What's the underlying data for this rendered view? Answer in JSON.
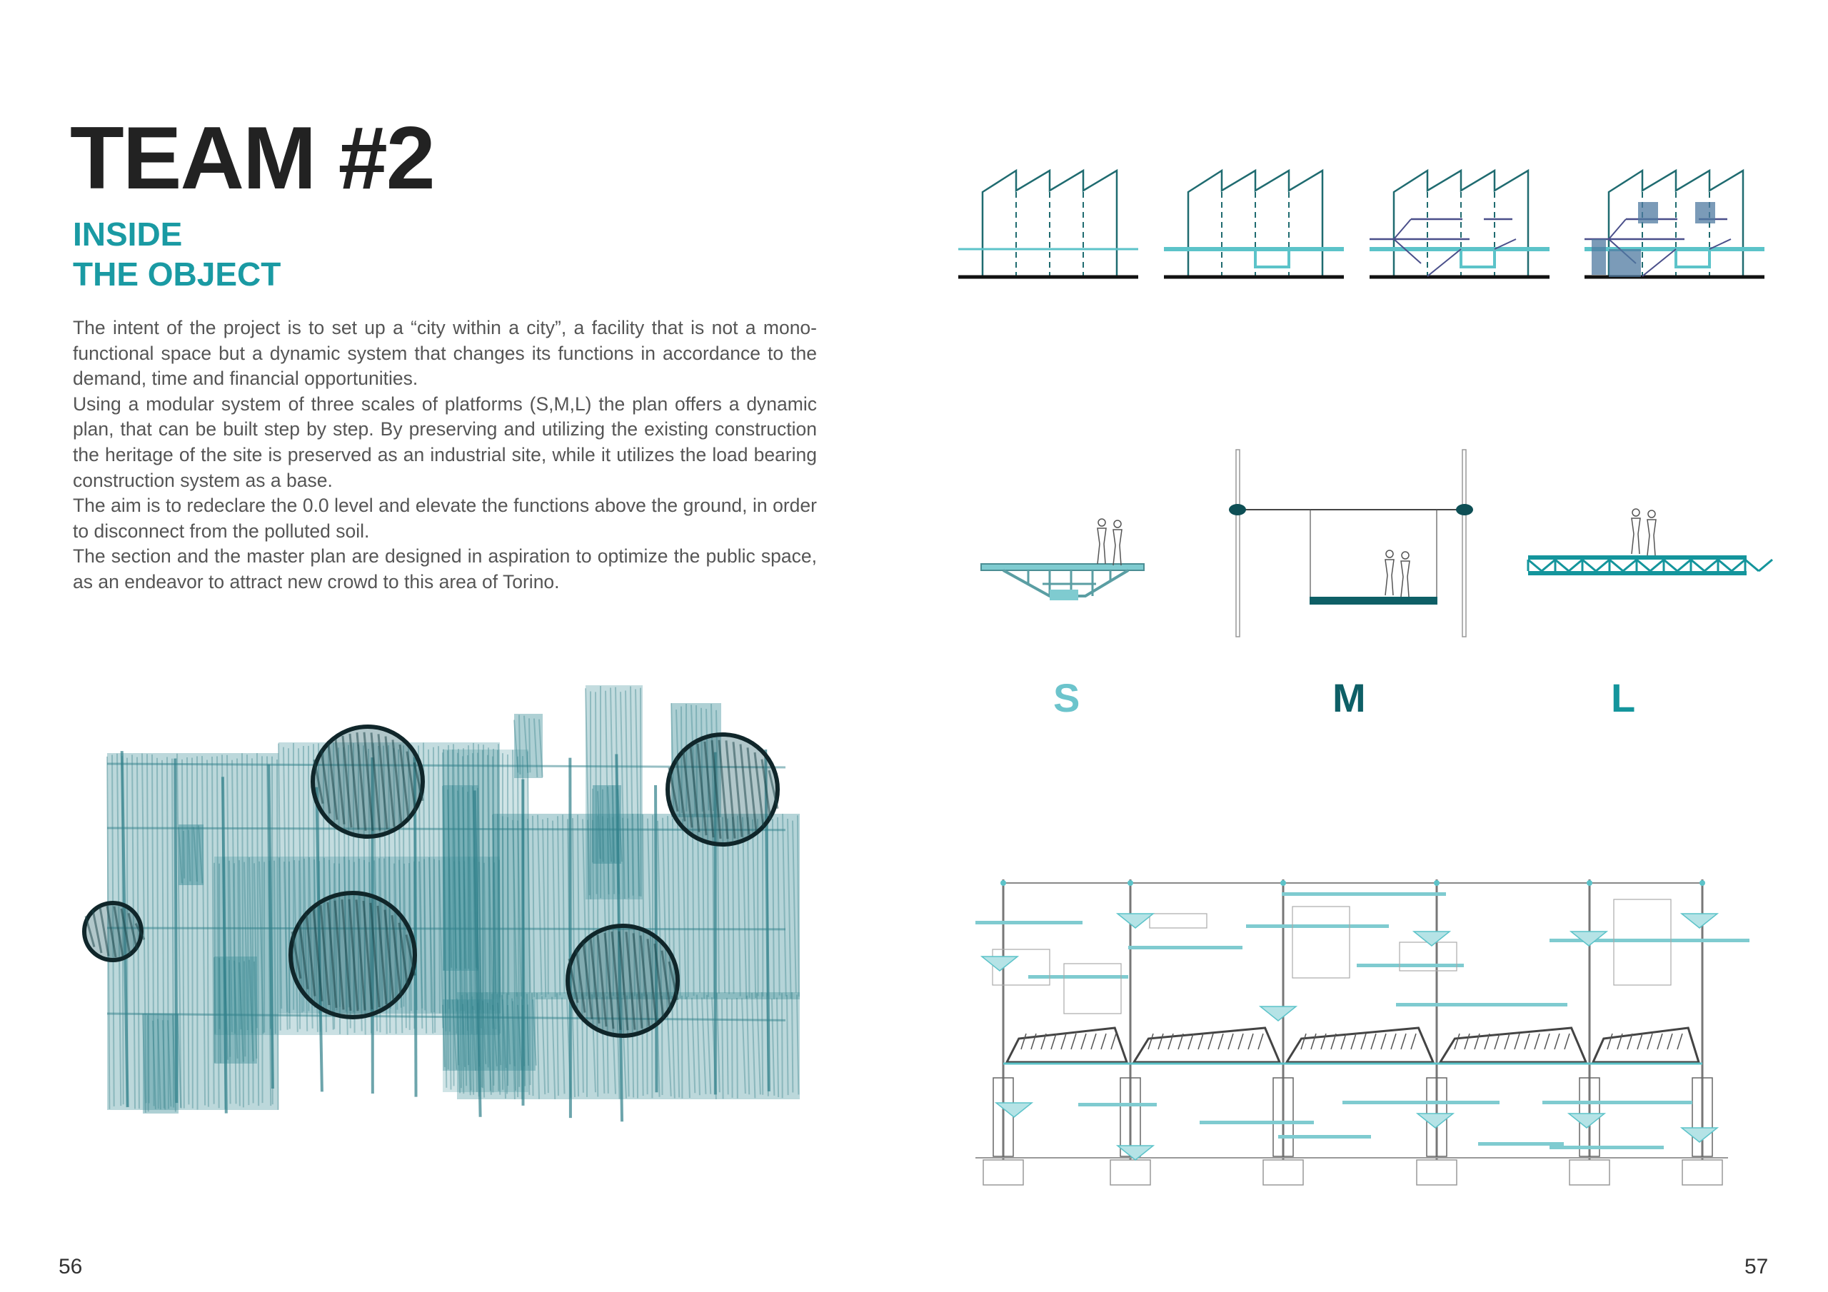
{
  "heading": {
    "title": "TEAM #2",
    "subtitle_line1": "INSIDE",
    "subtitle_line2": "THE OBJECT"
  },
  "body": {
    "paragraphs": [
      "The intent of the project is to set up a “city within a city”, a facility that is not a mono-functional space but a dynamic system that changes its functions in accordance to the demand, time and financial opportunities.",
      "Using a modular system of three scales of platforms (S,M,L) the plan offers a dynamic plan, that can be built step by step. By preserving and utilizing the existing construction the heritage of the site is preserved as an industrial site, while it utilizes the load bearing construction system as a base.",
      "The aim is to redeclare the 0.0 level and elevate the functions above the ground, in order to disconnect from the polluted soil.",
      "The section and the master plan are designed in aspiration to optimize the public space, as an endeavor to attract new crowd to this area of Torino."
    ]
  },
  "scales": {
    "s": {
      "label": "S",
      "color": "#6cc4cc"
    },
    "m": {
      "label": "M",
      "color": "#0e5f66"
    },
    "l": {
      "label": "L",
      "color": "#14959c"
    }
  },
  "page_numbers": {
    "left": "56",
    "right": "57"
  },
  "colors": {
    "accent": "#1a9aa3",
    "dark_teal": "#1f6b70",
    "light_teal": "#5cc3c9",
    "crayon": "#3f8f99"
  }
}
